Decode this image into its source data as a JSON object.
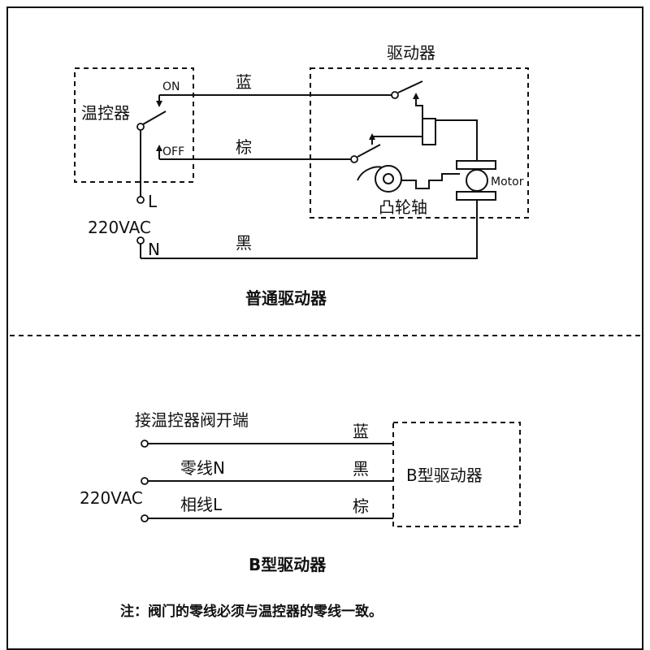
{
  "top": {
    "thermostat_label": "温控器",
    "on_label": "ON",
    "off_label": "OFF",
    "driver_label": "驱动器",
    "wire_blue": "蓝",
    "wire_brown": "棕",
    "wire_black": "黑",
    "terminal_l": "L",
    "terminal_n": "N",
    "voltage": "220VAC",
    "motor_label": "Motor",
    "cam_label": "凸轮轴",
    "caption": "普通驱动器"
  },
  "bottom": {
    "line1_label": "接温控器阀开端",
    "line2_label": "零线N",
    "line3_label": "相线L",
    "voltage": "220VAC",
    "wire_blue": "蓝",
    "wire_black": "黑",
    "wire_brown": "棕",
    "box_label": "B型驱动器",
    "caption": "B型驱动器",
    "note": "注：阀门的零线必须与温控器的零线一致。"
  }
}
